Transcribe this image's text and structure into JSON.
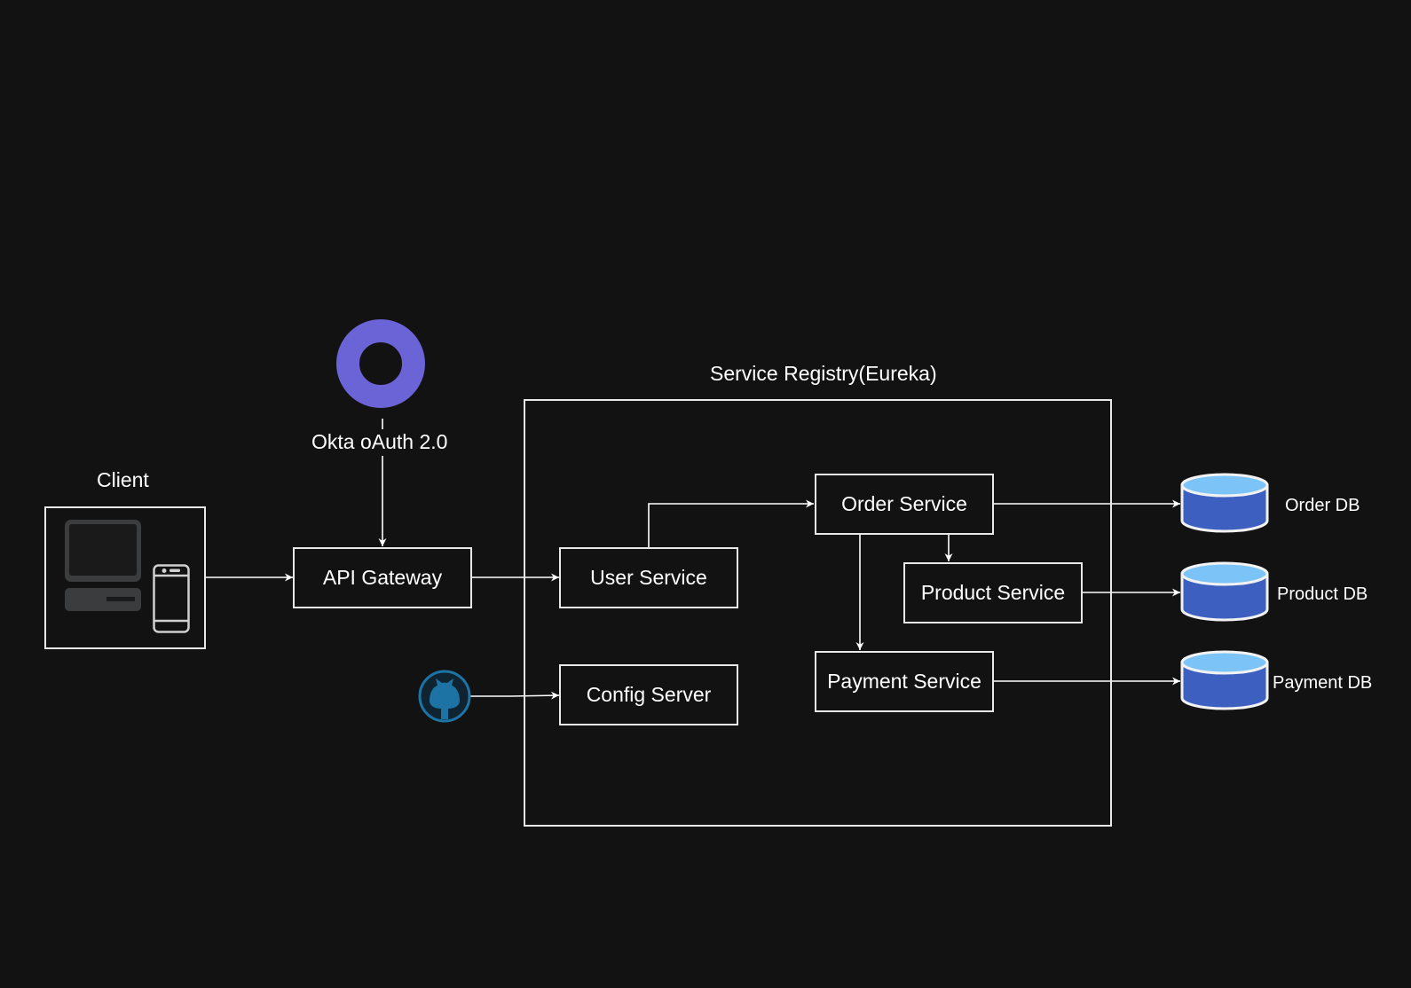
{
  "diagram": {
    "client": {
      "label": "Client"
    },
    "okta": {
      "label": "Okta oAuth 2.0"
    },
    "registry": {
      "label": "Service Registry(Eureka)"
    },
    "nodes": {
      "api_gateway": "API Gateway",
      "user_service": "User Service",
      "config_server": "Config Server",
      "order_service": "Order Service",
      "product_service": "Product Service",
      "payment_service": "Payment Service"
    },
    "databases": {
      "order_db": "Order DB",
      "product_db": "Product DB",
      "payment_db": "Payment DB"
    },
    "colors": {
      "background": "#121212",
      "line": "#e8e8e8",
      "okta": "#6a64d6",
      "github": "#1c73a4",
      "db_top": "#7cc4f7",
      "db_body": "#3d5fbf"
    },
    "icons": [
      "okta-icon",
      "computer-icon",
      "phone-icon",
      "github-icon",
      "database-icon"
    ]
  }
}
